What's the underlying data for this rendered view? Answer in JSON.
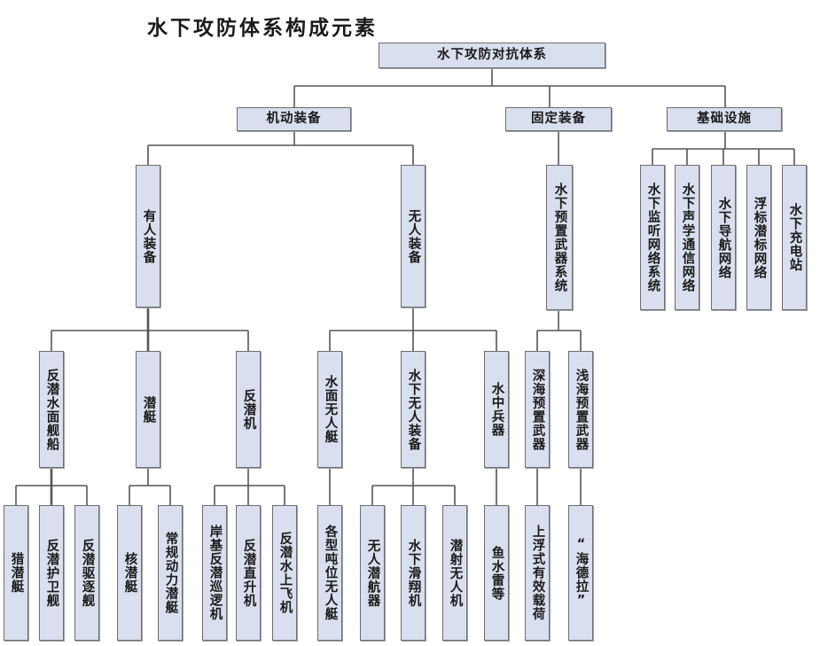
{
  "title": "水下攻防体系构成元素",
  "root": "水下攻防对抗体系",
  "categories": {
    "mobile": "机动装备",
    "fixed": "固定装备",
    "infra": "基础设施"
  },
  "mobile": {
    "manned": "有人装备",
    "unmanned": "无人装备",
    "manned_items": [
      "反潜水面舰船",
      "潜艇",
      "反潜机"
    ],
    "unmanned_items": [
      "水面无人艇",
      "水下无人装备",
      "水中兵器"
    ],
    "asw_ships": [
      "猎潜艇",
      "反潜护卫舰",
      "反潜驱逐舰"
    ],
    "submarines": [
      "核潜艇",
      "常规动力潜艇"
    ],
    "asw_aircraft": [
      "岸基反潜巡逻机",
      "反潜直升机",
      "反潜水上飞机"
    ],
    "usv": [
      "各型吨位无人艇"
    ],
    "uuv": [
      "无人潜航器",
      "水下滑翔机",
      "潜射无人机"
    ],
    "weapons": [
      "鱼水雷等"
    ]
  },
  "fixed": {
    "system": "水下预置武器系统",
    "items": [
      "深海预置武器",
      "浅海预置武器"
    ],
    "deep": [
      "上浮式有效载荷"
    ],
    "shallow": [
      "“海德拉”"
    ]
  },
  "infra": {
    "items": [
      "水下监听网络系统",
      "水下声学通信网络",
      "水下导航网络",
      "浮标潜标网络",
      "水下充电站"
    ]
  },
  "colors": {
    "node_fill": "#d9dfee",
    "node_border": "#6d6d6d",
    "line": "#555555"
  }
}
